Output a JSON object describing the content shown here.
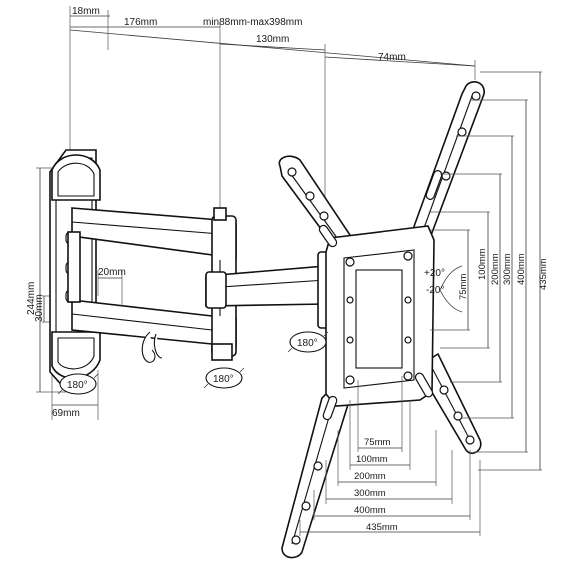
{
  "diagram": {
    "dimensions_top": {
      "wall_offset": "18mm",
      "arm_first": "176mm",
      "extension": "min88mm-max398mm",
      "arm_second": "130mm",
      "plate_offset": "74mm"
    },
    "dimensions_left": {
      "wall_plate_height": "244mm",
      "arm_spacing": "30mm",
      "wall_plate_depth": "69mm"
    },
    "arm_gap": "20mm",
    "vesa_vertical": [
      "75mm",
      "100mm",
      "200mm",
      "300mm",
      "400mm",
      "435mm"
    ],
    "vesa_horizontal": [
      "75mm",
      "100mm",
      "200mm",
      "300mm",
      "400mm",
      "435mm"
    ],
    "tilt": [
      "+20°",
      "-20°"
    ],
    "rotation": [
      "180°",
      "180°",
      "180°"
    ]
  }
}
